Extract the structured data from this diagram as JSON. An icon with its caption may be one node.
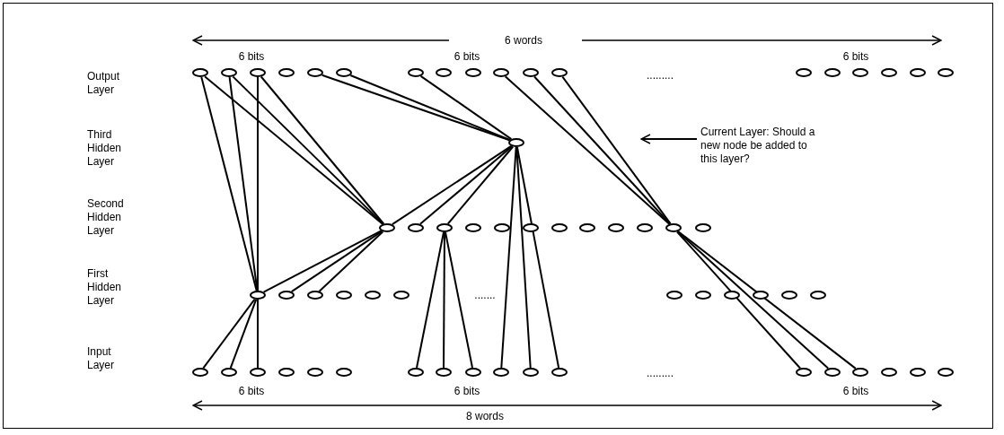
{
  "diagram": {
    "nodes": [
      {
        "text": [],
        "shape": "circle"
      },
      {
        "text": [],
        "shape": "circle"
      },
      {
        "text": [],
        "shape": "circle"
      },
      {
        "text": [],
        "shape": "circle"
      },
      {
        "text": [],
        "shape": "circle"
      },
      {
        "text": [],
        "shape": "circle"
      },
      {
        "text": [],
        "shape": "circle"
      },
      {
        "text": [],
        "shape": "circle"
      },
      {
        "text": [],
        "shape": "circle"
      },
      {
        "text": [],
        "shape": "circle"
      },
      {
        "text": [],
        "shape": "circle"
      },
      {
        "text": [],
        "shape": "circle"
      },
      {
        "text": [],
        "shape": "circle"
      },
      {
        "text": [],
        "shape": "circle"
      },
      {
        "text": [],
        "shape": "circle"
      },
      {
        "text": [],
        "shape": "circle"
      },
      {
        "text": [],
        "shape": "circle"
      },
      {
        "text": [],
        "shape": "circle"
      },
      {
        "text": [],
        "shape": "circle"
      },
      {
        "text": [
          "Current Layer: Should a new node be added to this layer?"
        ]
      },
      {
        "text": [],
        "shape": "circle"
      },
      {
        "text": [],
        "shape": "circle"
      },
      {
        "text": [],
        "shape": "circle"
      },
      {
        "text": [],
        "shape": "circle"
      },
      {
        "text": [],
        "shape": "circle"
      },
      {
        "text": [],
        "shape": "circle"
      },
      {
        "text": [],
        "shape": "circle"
      },
      {
        "text": [],
        "shape": "circle"
      },
      {
        "text": [],
        "shape": "circle"
      },
      {
        "text": [],
        "shape": "circle"
      },
      {
        "text": [],
        "shape": "circle"
      },
      {
        "text": [],
        "shape": "circle"
      },
      {
        "text": [],
        "shape": "circle"
      },
      {
        "text": [],
        "shape": "circle"
      },
      {
        "text": [],
        "shape": "circle"
      },
      {
        "text": [],
        "shape": "circle"
      },
      {
        "text": [],
        "shape": "circle"
      },
      {
        "text": [],
        "shape": "circle"
      },
      {
        "text": [],
        "shape": "circle"
      },
      {
        "text": [],
        "shape": "circle"
      },
      {
        "text": [],
        "shape": "circle"
      },
      {
        "text": [],
        "shape": "circle"
      },
      {
        "text": [],
        "shape": "circle"
      },
      {
        "text": [],
        "shape": "circle"
      },
      {
        "text": [],
        "shape": "circle"
      },
      {
        "text": [],
        "shape": "circle"
      },
      {
        "text": [],
        "shape": "circle"
      },
      {
        "text": [],
        "shape": "circle"
      },
      {
        "text": [],
        "shape": "circle"
      },
      {
        "text": [],
        "shape": "circle"
      },
      {
        "text": [],
        "shape": "circle"
      },
      {
        "text": [],
        "shape": "circle"
      },
      {
        "text": [],
        "shape": "circle"
      },
      {
        "text": [],
        "shape": "circle"
      },
      {
        "text": [],
        "shape": "circle"
      },
      {
        "text": [],
        "shape": "circle"
      },
      {
        "text": [],
        "shape": "circle"
      },
      {
        "text": [],
        "shape": "circle"
      },
      {
        "text": [],
        "shape": "circle"
      },
      {
        "text": [],
        "shape": "circle"
      },
      {
        "text": [],
        "shape": "circle"
      },
      {
        "text": [],
        "shape": "circle"
      }
    ],
    "edges": [
      {
        "from": 0,
        "to": 20,
        "arrow": "none"
      },
      {
        "from": 0,
        "to": 32,
        "arrow": "none"
      },
      {
        "from": 1,
        "to": 20,
        "arrow": "none"
      },
      {
        "from": 1,
        "to": 32,
        "arrow": "none"
      },
      {
        "from": 2,
        "to": 20,
        "arrow": "none"
      },
      {
        "from": 2,
        "to": 32,
        "arrow": "none"
      },
      {
        "from": 4,
        "to": 18,
        "arrow": "none"
      },
      {
        "from": 5,
        "to": 18,
        "arrow": "none"
      },
      {
        "from": 6,
        "to": 18,
        "arrow": "none"
      },
      {
        "from": 9,
        "to": 30,
        "arrow": "none"
      },
      {
        "from": 10,
        "to": 30,
        "arrow": "none"
      },
      {
        "from": 11,
        "to": 30,
        "arrow": "none"
      },
      {
        "from": 18,
        "to": 20,
        "arrow": "none"
      },
      {
        "from": 18,
        "to": 21,
        "arrow": "none"
      },
      {
        "from": 18,
        "to": 22,
        "arrow": "none"
      },
      {
        "from": 18,
        "to": 53,
        "arrow": "none"
      },
      {
        "from": 18,
        "to": 54,
        "arrow": "none"
      },
      {
        "from": 18,
        "to": 55,
        "arrow": "none"
      },
      {
        "from": 30,
        "to": 56,
        "arrow": "none"
      },
      {
        "from": 30,
        "to": 57,
        "arrow": "none"
      },
      {
        "from": 30,
        "to": 58,
        "arrow": "none"
      },
      {
        "from": 20,
        "to": 32,
        "arrow": "none"
      },
      {
        "from": 20,
        "to": 33,
        "arrow": "none"
      },
      {
        "from": 20,
        "to": 34,
        "arrow": "none"
      },
      {
        "from": 22,
        "to": 50,
        "arrow": "none"
      },
      {
        "from": 22,
        "to": 51,
        "arrow": "none"
      },
      {
        "from": 22,
        "to": 52,
        "arrow": "none"
      },
      {
        "from": 32,
        "to": 44,
        "arrow": "none"
      },
      {
        "from": 32,
        "to": 45,
        "arrow": "none"
      },
      {
        "from": 32,
        "to": 46,
        "arrow": "none"
      },
      {
        "from": 19,
        "to": null,
        "arrow": "to"
      }
    ],
    "labels": [
      "6 words",
      "6 bits",
      "6 bits",
      "6 bits",
      "Output Layer",
      ".........",
      "Third Hidden Layer",
      "Second Hidden Layer",
      "First Hidden Layer",
      ".......",
      "Input Layer",
      ".........",
      "6 bits",
      "6 bits",
      "6 bits",
      "8 words"
    ]
  }
}
